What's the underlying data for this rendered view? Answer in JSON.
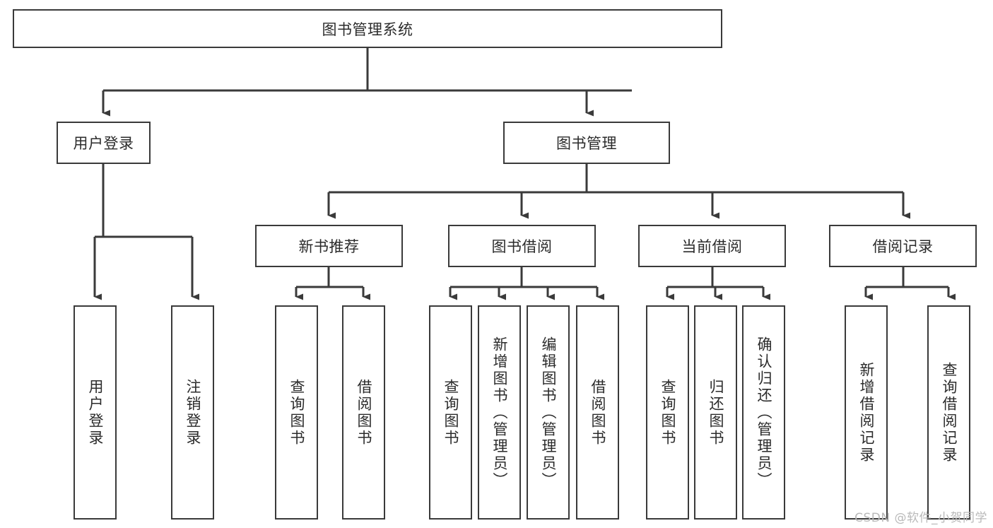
{
  "diagram": {
    "type": "hierarchy-tree",
    "title": "图书管理系统",
    "root": {
      "label": "图书管理系统"
    },
    "level2": [
      {
        "label": "用户登录"
      },
      {
        "label": "图书管理"
      }
    ],
    "level3": [
      {
        "label": "新书推荐"
      },
      {
        "label": "图书借阅"
      },
      {
        "label": "当前借阅"
      },
      {
        "label": "借阅记录"
      }
    ],
    "leaves": {
      "user_login": [
        {
          "label": "用户登录"
        },
        {
          "label": "注销登录"
        }
      ],
      "new_book_recommend": [
        {
          "label": "查询图书"
        },
        {
          "label": "借阅图书"
        }
      ],
      "book_borrow": [
        {
          "label": "查询图书"
        },
        {
          "label": "新增图书（管理员）"
        },
        {
          "label": "编辑图书（管理员）"
        },
        {
          "label": "借阅图书"
        }
      ],
      "current_borrow": [
        {
          "label": "查询图书"
        },
        {
          "label": "归还图书"
        },
        {
          "label": "确认归还（管理员）"
        }
      ],
      "borrow_record": [
        {
          "label": "新增借阅记录"
        },
        {
          "label": "查询借阅记录"
        }
      ]
    }
  },
  "watermark": {
    "text": "CSDN @软件_小贺同学"
  },
  "colors": {
    "stroke": "#3a3a3a",
    "background": "#ffffff",
    "text": "#2b2b2b",
    "watermark": "#b9b9b9"
  }
}
